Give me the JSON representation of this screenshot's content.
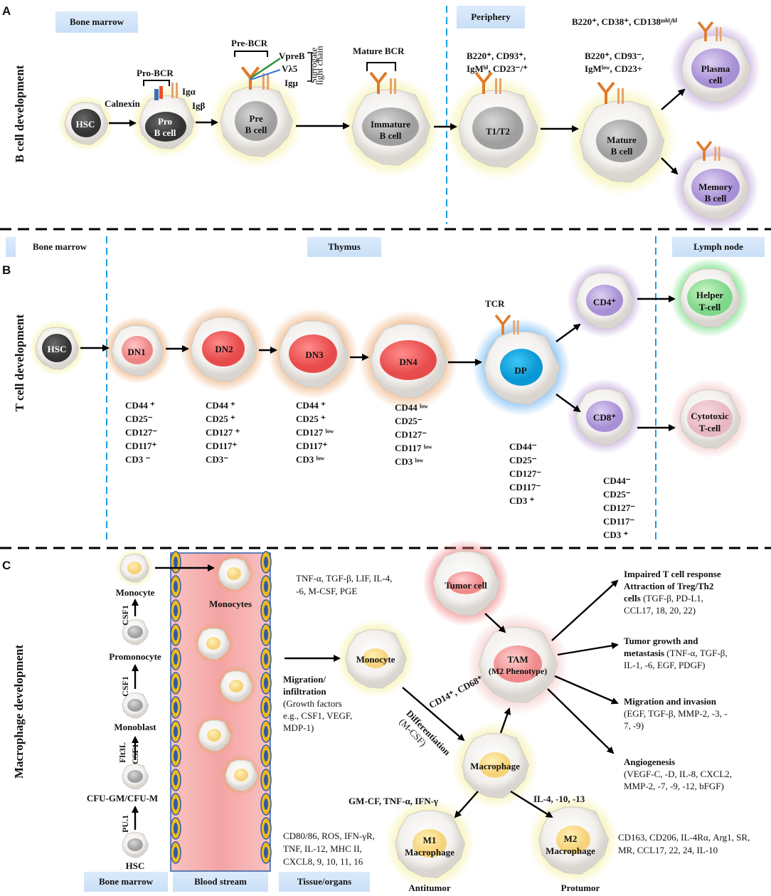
{
  "panels": {
    "a": "A",
    "b": "B",
    "c": "C"
  },
  "section_titles": {
    "b_cell": "B cell development",
    "t_cell": "T cell development",
    "macrophage": "Macrophage development"
  },
  "locations": {
    "a_bone_marrow": "Bone marrow",
    "a_periphery": "Periphery",
    "b_bone_marrow": "Bone marrow",
    "b_thymus": "Thymus",
    "b_lymph_node": "Lymph node",
    "c_bone_marrow": "Bone marrow",
    "c_blood_stream": "Blood stream",
    "c_tissue": "Tissue/organs"
  },
  "b_cells": {
    "hsc": "HSC",
    "pro_1": "Pro",
    "pro_2": "B cell",
    "pre_1": "Pre",
    "pre_2": "B cell",
    "imm_1": "Immature",
    "imm_2": "B cell",
    "t1t2": "T1/T2",
    "mat_1": "Mature",
    "mat_2": "B cell",
    "plasma_1": "Plasma",
    "plasma_2": "cell",
    "memory_1": "Memory",
    "memory_2": "B cell"
  },
  "b_labels": {
    "calnexin": "Calnexin",
    "pro_bcr": "Pro-BCR",
    "iga": "Igα",
    "igb": "Igβ",
    "pre_bcr": "Pre-BCR",
    "vpreb": "VpreB",
    "vl5": "Vλ5",
    "igmu": "Igμ",
    "surrogate_1": "Surrogate",
    "surrogate_2": "light chain",
    "mature_bcr": "Mature BCR",
    "t1t2_markers_1": "B220⁺, CD93⁺,",
    "t1t2_markers_2": "IgMʰⁱ, CD23⁻/⁺",
    "mature_markers_1": "B220⁺, CD93⁻,",
    "mature_markers_2": "IgMˡᵒʷ, CD23+",
    "plasma_markers": "B220⁺, CD38⁺, CD138ᵐⁱᵈ/ʰⁱ"
  },
  "t_cells": {
    "hsc": "HSC",
    "dn1": "DN1",
    "dn2": "DN2",
    "dn3": "DN3",
    "dn4": "DN4",
    "dp": "DP",
    "tcr": "TCR",
    "cd4": "CD4⁺",
    "cd8": "CD8⁺",
    "helper_1": "Helper",
    "helper_2": "T-cell",
    "cyto_1": "Cytotoxic",
    "cyto_2": "T-cell"
  },
  "t_markers": {
    "dn1": [
      "CD44 ⁺",
      "CD25⁻",
      "CD127⁻",
      "CD117⁺",
      "CD3 ⁻"
    ],
    "dn2": [
      "CD44 ⁺",
      "CD25 ⁺",
      "CD127 ⁺",
      "CD117⁺",
      "CD3⁻"
    ],
    "dn3": [
      "CD44 ⁺",
      "CD25 ⁺",
      "CD127 ˡᵒʷ",
      "CD117⁺",
      "CD3 ˡᵒʷ"
    ],
    "dn4": [
      "CD44 ˡᵒʷ",
      "CD25⁻",
      "CD127⁻",
      "CD117 ˡᵒʷ",
      "CD3 ˡᵒʷ"
    ],
    "dp": [
      "CD44⁻",
      "CD25⁻",
      "CD127⁻",
      "CD117⁻",
      "CD3 ⁺"
    ],
    "cd8": [
      "CD44⁻",
      "CD25⁻",
      "CD127⁻",
      "CD117⁻",
      "CD3 ⁺"
    ]
  },
  "m_lineage": {
    "monocyte": "Monocyte",
    "promonocyte": "Promonocyte",
    "monoblast": "Monoblast",
    "cfu": "CFU-GM/CFU-M",
    "hsc": "HSC",
    "csf1_a": "CSF1",
    "csf1_b": "CSF1",
    "flt3l": "Flt3L",
    "csf1_c": "CSF1",
    "pu1": "PU.1"
  },
  "m_texts": {
    "monocytes": "Monocytes",
    "monocyte": "Monocyte",
    "cytokines_1": "TNF-α, TGF-β, LIF, IL-4,",
    "cytokines_2": "-6, M-CSF, PGE",
    "migration_1": "Migration/",
    "migration_2": "infiltration",
    "migration_3": "(Growth factors",
    "migration_4": "e.g., CSF1, VEGF,",
    "migration_5": "MDP-1)",
    "differentiation": "Differentiation",
    "mcsf": "(M-CSF)",
    "tumor": "Tumor cell",
    "tam_1": "TAM",
    "tam_2": "(M2 Phenotype)",
    "cd14": "CD14⁺, CD68⁺",
    "macrophage": "Macrophage",
    "m1_stim": "GM-CF, TNF-α, IFN-γ",
    "m2_stim": "IL-4, -10, -13",
    "m1_1": "M1",
    "m1_2": "Macrophage",
    "m2_1": "M2",
    "m2_2": "Macrophage",
    "antitumor": "Antitumor",
    "protumor": "Protumor",
    "m1_mark_1": "CD80/86, ROS, IFN-γR,",
    "m1_mark_2": "TNF, IL-12, MHC II,",
    "m1_mark_3": "CXCL8, 9, 10, 11, 16",
    "m2_mark_1": "CD163, CD206, IL-4Rα, Arg1, SR,",
    "m2_mark_2": "MR, CCL17, 22, 24, IL-10",
    "o1_t1": "Impaired T cell response",
    "o1_t2": "Attraction of Treg/Th2",
    "o1_t3": "cells",
    "o1_r1": " (TGF-β, PD-L1,",
    "o1_r2": "CCL17, 18, 20, 22)",
    "o2_t1": "Tumor growth and",
    "o2_t2": "metastasis",
    "o2_r1": " (TNF-α, TGF-β,",
    "o2_r2": "IL-1, -6, EGF, PDGF)",
    "o3_t1": "Migration and invasion",
    "o3_r1": "(EGF, TGF-β, MMP-2, -3, -",
    "o3_r2": "7, -9)",
    "o4_t1": "Angiogenesis",
    "o4_r1": "(VEGF-C, -D, IL-8, CXCL2,",
    "o4_r2": "MMP-2, -7, -9, -12, bFGF)"
  }
}
